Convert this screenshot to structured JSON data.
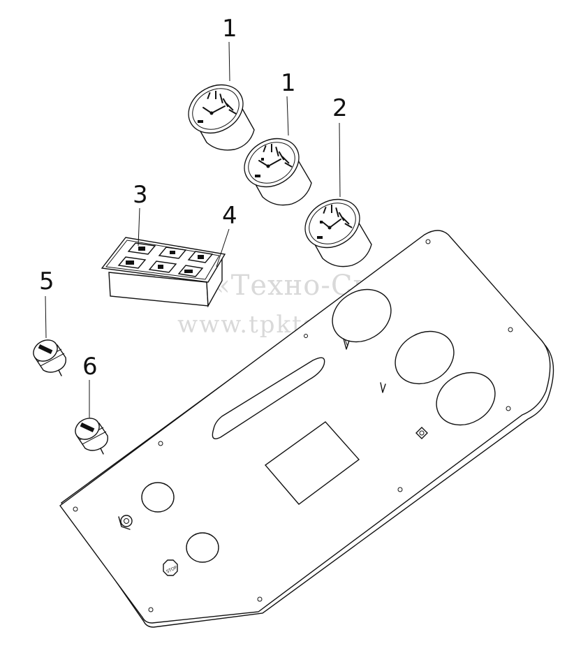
{
  "watermark": {
    "line1": "ТПК «Техно-Сиб»",
    "line2": "www.tpkts.ru"
  },
  "callouts": [
    {
      "id": "c1a",
      "label": "1"
    },
    {
      "id": "c1b",
      "label": "1"
    },
    {
      "id": "c2",
      "label": "2"
    },
    {
      "id": "c3",
      "label": "3"
    },
    {
      "id": "c4",
      "label": "4"
    },
    {
      "id": "c5",
      "label": "5"
    },
    {
      "id": "c6",
      "label": "6"
    }
  ],
  "buttons": {
    "stop_label": "STOP"
  }
}
